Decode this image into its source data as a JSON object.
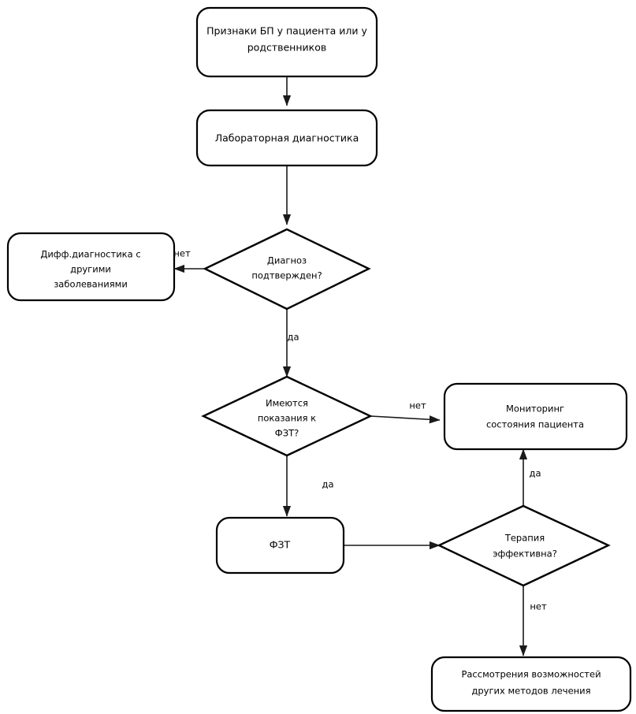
{
  "diagram": {
    "type": "flowchart",
    "title": "",
    "language": "ru",
    "colors": {
      "background": "#ffffff",
      "node_stroke": "#000000",
      "node_fill": "#ffffff",
      "edge_stroke": "#1a1a1a",
      "text": "#000000"
    },
    "nodes": [
      {
        "id": "start",
        "shape": "rounded-rect",
        "lines": [
          "Признаки БП у пациента или у",
          "родственников"
        ]
      },
      {
        "id": "lab",
        "shape": "rounded-rect",
        "lines": [
          "Лабораторная диагностика"
        ]
      },
      {
        "id": "diag-confirmed",
        "shape": "diamond",
        "lines": [
          "Диагноз",
          "подтвержден?"
        ]
      },
      {
        "id": "diff-diagnosis",
        "shape": "rounded-rect",
        "lines": [
          "Дифф.диагностика с",
          "другими",
          "заболеваниями"
        ]
      },
      {
        "id": "fzt-indications",
        "shape": "diamond",
        "lines": [
          "Имеются",
          "показания к",
          "ФЗТ?"
        ]
      },
      {
        "id": "monitoring",
        "shape": "rounded-rect",
        "lines": [
          "Мониторинг",
          "состояния пациента"
        ]
      },
      {
        "id": "fzt",
        "shape": "rounded-rect",
        "lines": [
          "ФЗТ"
        ]
      },
      {
        "id": "therapy-effective",
        "shape": "diamond",
        "lines": [
          "Терапия",
          "эффективна?"
        ]
      },
      {
        "id": "other-methods",
        "shape": "rounded-rect",
        "lines": [
          "Рассмотрения возможностей",
          "других методов лечения"
        ]
      }
    ],
    "edges": [
      {
        "id": "e-start-lab",
        "from": "start",
        "to": "lab",
        "label": ""
      },
      {
        "id": "e-lab-diag",
        "from": "lab",
        "to": "diag-confirmed",
        "label": ""
      },
      {
        "id": "e-diag-diff",
        "from": "diag-confirmed",
        "to": "diff-diagnosis",
        "label": "нет"
      },
      {
        "id": "e-diag-fzt-ind",
        "from": "diag-confirmed",
        "to": "fzt-indications",
        "label": "да"
      },
      {
        "id": "e-fztind-monitoring",
        "from": "fzt-indications",
        "to": "monitoring",
        "label": "нет"
      },
      {
        "id": "e-fztind-fzt",
        "from": "fzt-indications",
        "to": "fzt",
        "label": "да"
      },
      {
        "id": "e-fzt-therapy",
        "from": "fzt",
        "to": "therapy-effective",
        "label": ""
      },
      {
        "id": "e-therapy-monitoring",
        "from": "therapy-effective",
        "to": "monitoring",
        "label": "да"
      },
      {
        "id": "e-therapy-other",
        "from": "therapy-effective",
        "to": "other-methods",
        "label": "нет"
      }
    ]
  }
}
